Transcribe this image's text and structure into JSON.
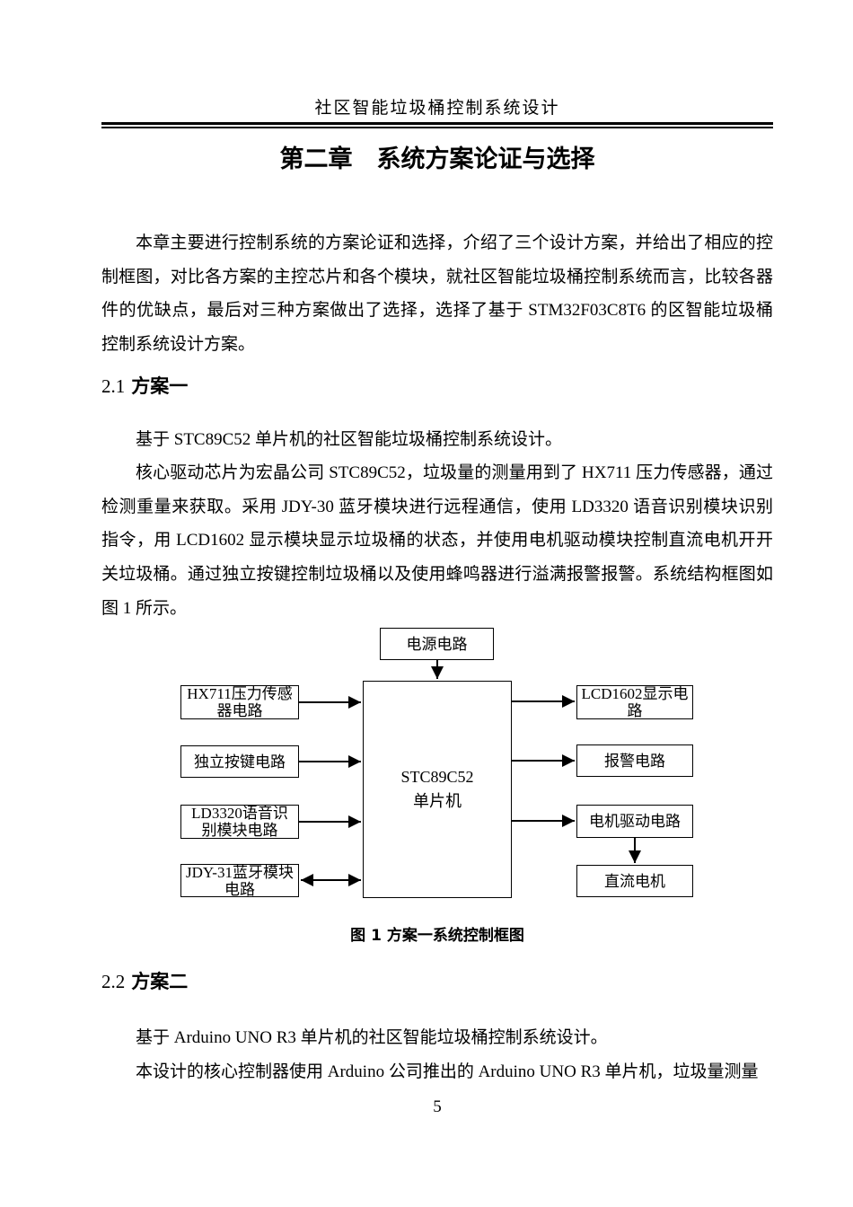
{
  "header": {
    "running_title": "社区智能垃圾桶控制系统设计"
  },
  "chapter": {
    "title": "第二章　系统方案论证与选择"
  },
  "intro_paragraph": "本章主要进行控制系统的方案论证和选择，介绍了三个设计方案，并给出了相应的控制框图，对比各方案的主控芯片和各个模块，就社区智能垃圾桶控制系统而言，比较各器件的优缺点，最后对三种方案做出了选择，选择了基于 STM32F03C8T6 的区智能垃圾桶控制系统设计方案。",
  "section_2_1": {
    "number": "2.1",
    "title": "方案一",
    "para1": "基于 STC89C52 单片机的社区智能垃圾桶控制系统设计。",
    "para2": "核心驱动芯片为宏晶公司 STC89C52，垃圾量的测量用到了 HX711 压力传感器，通过检测重量来获取。采用 JDY-30 蓝牙模块进行远程通信，使用 LD3320 语音识别模块识别指令，用 LCD1602 显示模块显示垃圾桶的状态，并使用电机驱动模块控制直流电机开开关垃圾桶。通过独立按键控制垃圾桶以及使用蜂鸣器进行溢满报警报警。系统结构框图如图 1 所示。"
  },
  "figure": {
    "caption": "图 1 方案一系统控制框图",
    "diagram": {
      "power": "电源电路",
      "mcu": "STC89C52\n单片机",
      "hx711": "HX711压力传感\n器电路",
      "keys": "独立按键电路",
      "ld3320": "LD3320语音识\n别模块电路",
      "jdy31": "JDY-31蓝牙模块\n电路",
      "lcd1602": "LCD1602显示电\n路",
      "alarm": "报警电路",
      "motor_drive": "电机驱动电路",
      "dc_motor": "直流电机"
    }
  },
  "section_2_2": {
    "number": "2.2",
    "title": "方案二",
    "para1": "基于 Arduino UNO R3 单片机的社区智能垃圾桶控制系统设计。",
    "para2": "本设计的核心控制器使用 Arduino 公司推出的 Arduino UNO R3 单片机，垃圾量测量"
  },
  "page": {
    "number": "5"
  }
}
